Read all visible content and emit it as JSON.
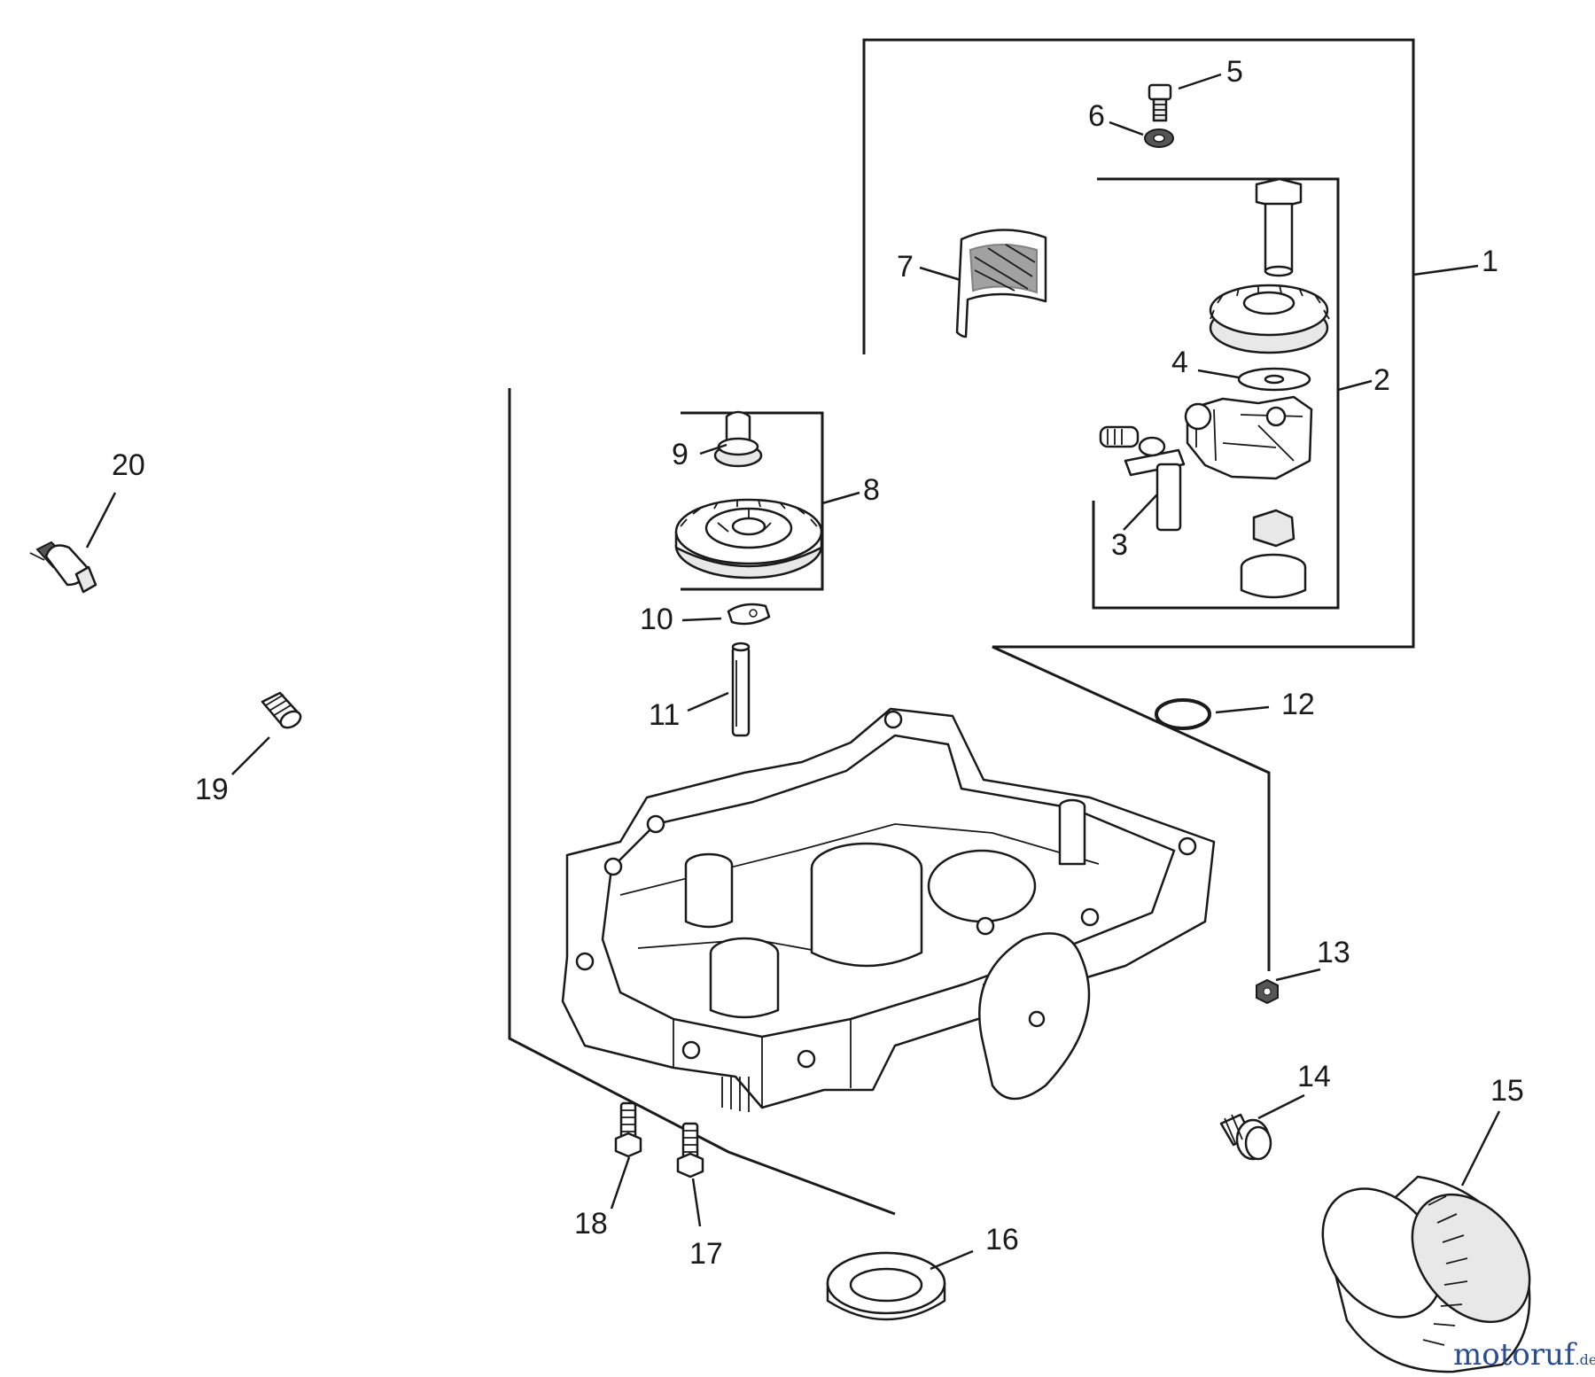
{
  "callouts": [
    "1",
    "2",
    "3",
    "4",
    "5",
    "6",
    "7",
    "8",
    "9",
    "10",
    "11",
    "12",
    "13",
    "14",
    "15",
    "16",
    "17",
    "18",
    "19",
    "20"
  ],
  "watermark": {
    "text": "motoruf",
    "suffix": ".de",
    "color": "#2a4d8f",
    "accent": "#c0392b"
  },
  "colors": {
    "line": "#1a1a1a",
    "background": "#ffffff"
  }
}
